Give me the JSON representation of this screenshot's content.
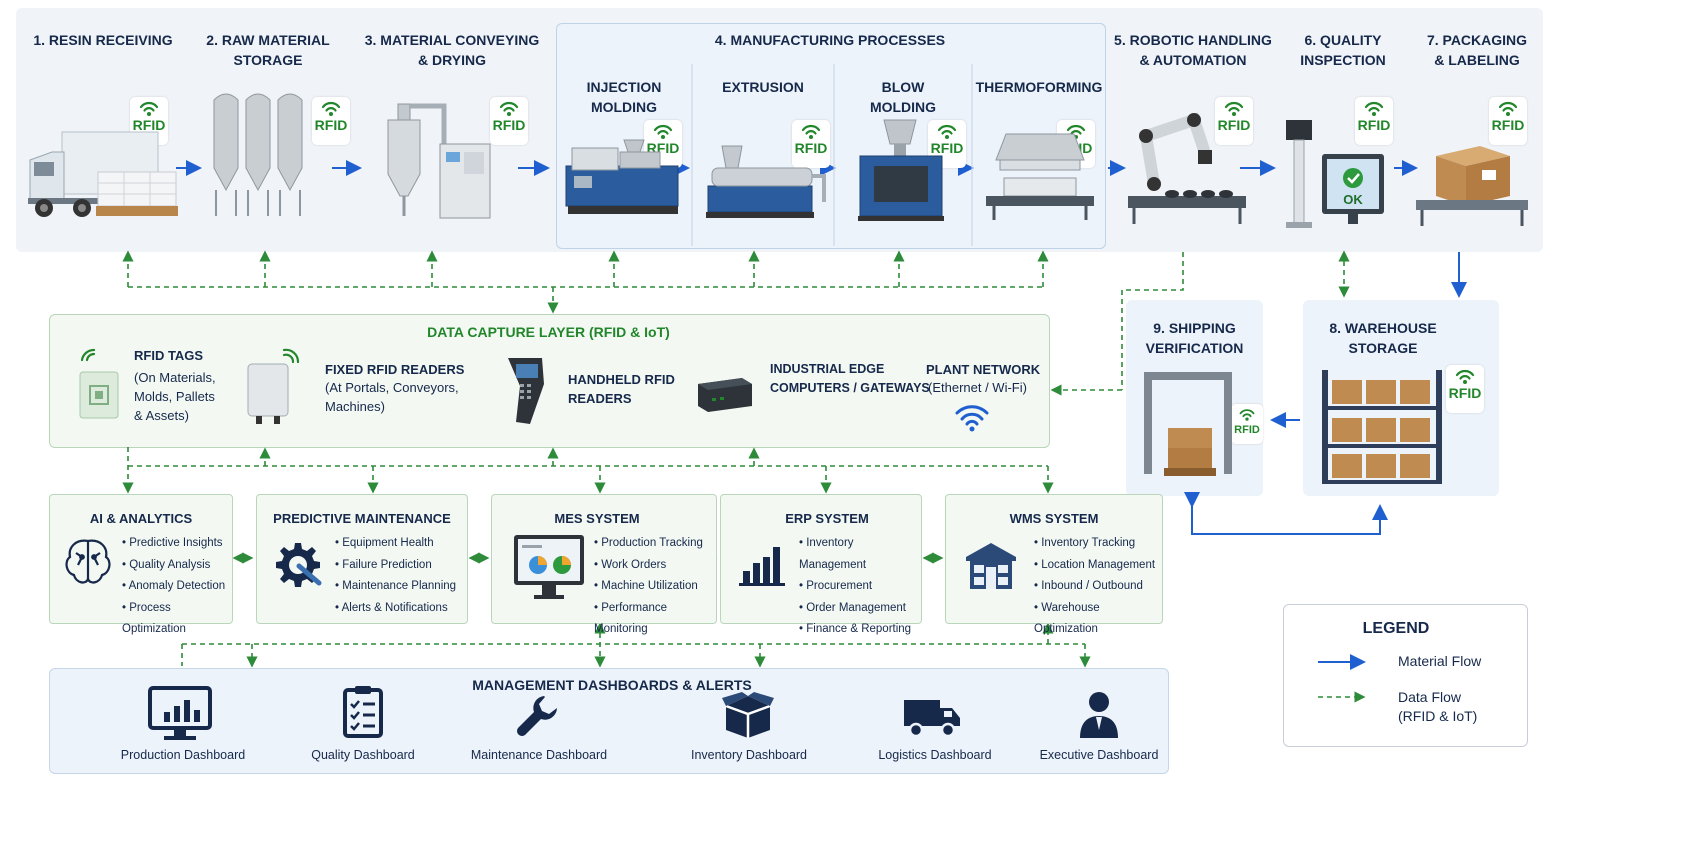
{
  "stages": [
    {
      "id": "resin",
      "title": "1. RESIN RECEIVING"
    },
    {
      "id": "storage",
      "title": "2. RAW MATERIAL\nSTORAGE"
    },
    {
      "id": "conveying",
      "title": "3. MATERIAL CONVEYING\n& DRYING"
    },
    {
      "id": "robotic",
      "title": "5. ROBOTIC HANDLING\n& AUTOMATION"
    },
    {
      "id": "quality",
      "title": "6. QUALITY\nINSPECTION"
    },
    {
      "id": "packaging",
      "title": "7. PACKAGING\n& LABELING"
    }
  ],
  "manufacturing": {
    "title": "4. MANUFACTURING PROCESSES",
    "processes": [
      {
        "title": "INJECTION\nMOLDING"
      },
      {
        "title": "EXTRUSION"
      },
      {
        "title": "BLOW\nMOLDING"
      },
      {
        "title": "THERMOFORMING"
      }
    ]
  },
  "warehouse": {
    "title": "8. WAREHOUSE\nSTORAGE"
  },
  "shipping": {
    "title": "9. SHIPPING\nVERIFICATION"
  },
  "rfid_label": "RFID",
  "inspection_ok": "OK",
  "data_capture": {
    "title": "DATA CAPTURE LAYER (RFID & IoT)",
    "items": [
      {
        "title": "RFID TAGS",
        "detail": "(On Materials,\nMolds, Pallets\n& Assets)"
      },
      {
        "title": "FIXED RFID READERS",
        "detail": "(At Portals, Conveyors,\nMachines)"
      },
      {
        "title": "HANDHELD RFID\nREADERS",
        "detail": ""
      },
      {
        "title": "INDUSTRIAL EDGE\nCOMPUTERS / GATEWAYS",
        "detail": ""
      },
      {
        "title": "PLANT NETWORK",
        "detail": "(Ethernet / Wi-Fi)"
      }
    ]
  },
  "systems": [
    {
      "title": "AI & ANALYTICS",
      "items": [
        "Predictive Insights",
        "Quality Analysis",
        "Anomaly Detection",
        "Process Optimization"
      ]
    },
    {
      "title": "PREDICTIVE MAINTENANCE",
      "items": [
        "Equipment Health",
        "Failure Prediction",
        "Maintenance Planning",
        "Alerts & Notifications"
      ]
    },
    {
      "title": "MES SYSTEM",
      "items": [
        "Production Tracking",
        "Work Orders",
        "Machine Utilization",
        "Performance Monitoring"
      ]
    },
    {
      "title": "ERP SYSTEM",
      "items": [
        "Inventory Management",
        "Procurement",
        "Order Management",
        "Finance & Reporting"
      ]
    },
    {
      "title": "WMS SYSTEM",
      "items": [
        "Inventory Tracking",
        "Location Management",
        "Inbound / Outbound",
        "Warehouse Optimization"
      ]
    }
  ],
  "dashboards": {
    "title": "MANAGEMENT DASHBOARDS & ALERTS",
    "items": [
      {
        "label": "Production Dashboard",
        "icon": "monitor-chart-icon"
      },
      {
        "label": "Quality Dashboard",
        "icon": "clipboard-check-icon"
      },
      {
        "label": "Maintenance Dashboard",
        "icon": "wrench-icon"
      },
      {
        "label": "Inventory Dashboard",
        "icon": "box-icon"
      },
      {
        "label": "Logistics Dashboard",
        "icon": "truck-icon"
      },
      {
        "label": "Executive Dashboard",
        "icon": "person-icon"
      }
    ]
  },
  "legend": {
    "title": "LEGEND",
    "material_flow": "Material Flow",
    "data_flow": "Data Flow\n(RFID & IoT)"
  },
  "colors": {
    "material_flow": "#1f5fd0",
    "data_flow": "#2e8b3a",
    "navy": "#16294b",
    "rfid_green": "#22862b"
  }
}
